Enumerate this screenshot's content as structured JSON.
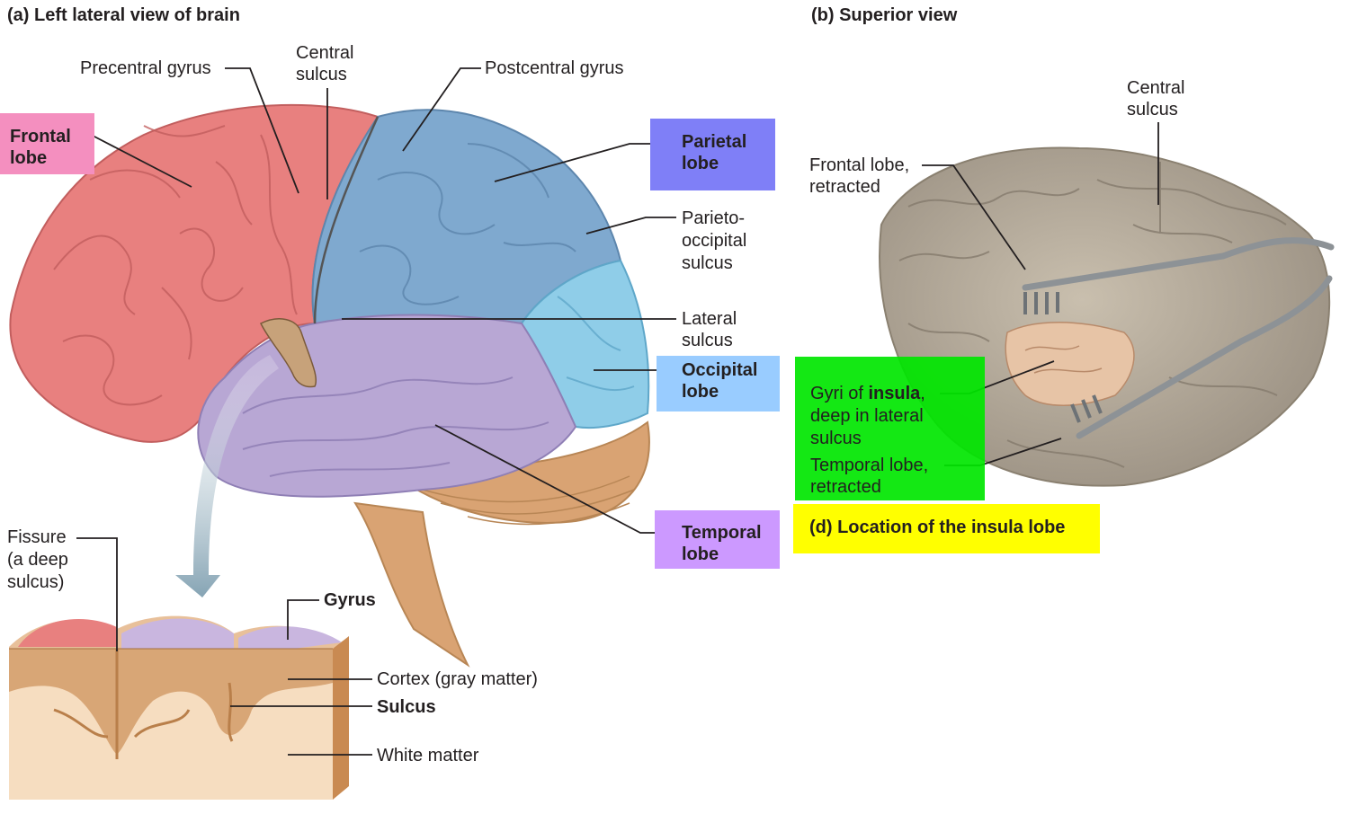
{
  "figure_a": {
    "heading": "(a) Left lateral view of brain",
    "labels": {
      "precentral_gyrus": "Precentral gyrus",
      "central_sulcus": "Central\nsulcus",
      "postcentral_gyrus": "Postcentral gyrus",
      "parieto_occipital_sulcus": "Parieto-\noccipital\nsulcus",
      "lateral_sulcus": "Lateral\nsulcus",
      "frontal_lobe": "Frontal\nlobe",
      "parietal_lobe": "Parietal\nlobe",
      "occipital_lobe": "Occipital\nlobe",
      "temporal_lobe": "Temporal\nlobe"
    },
    "lobe_colors": {
      "frontal": "#e8807f",
      "parietal": "#7fa9cf",
      "occipital": "#8fcde8",
      "temporal": "#b8a7d4",
      "cerebellum": "#d9a373",
      "brainstem": "#d9a373"
    },
    "box_colors": {
      "frontal": "#f48fbf",
      "parietal": "#7f7ff7",
      "occipital": "#99ccff",
      "temporal": "#cc99ff"
    }
  },
  "section": {
    "labels": {
      "fissure": "Fissure\n(a deep\nsulcus)",
      "gyrus": "Gyrus",
      "cortex": "Cortex (gray matter)",
      "sulcus": "Sulcus",
      "white_matter": "White matter"
    }
  },
  "figure_b": {
    "heading": "(b) Superior view",
    "labels": {
      "central_sulcus": "Central\nsulcus",
      "frontal_lobe_retracted": "Frontal lobe,\nretracted",
      "gyri_of_insula_pre": "Gyri of ",
      "gyri_of_insula_bold": "insula",
      "gyri_of_insula_post": ",\ndeep in lateral\nsulcus",
      "temporal_lobe_retracted": "Temporal lobe,\nretracted"
    },
    "box_colors": {
      "insula": "#00e600",
      "caption": "#ffff00"
    }
  },
  "caption_d": "(d) Location of the insula lobe"
}
